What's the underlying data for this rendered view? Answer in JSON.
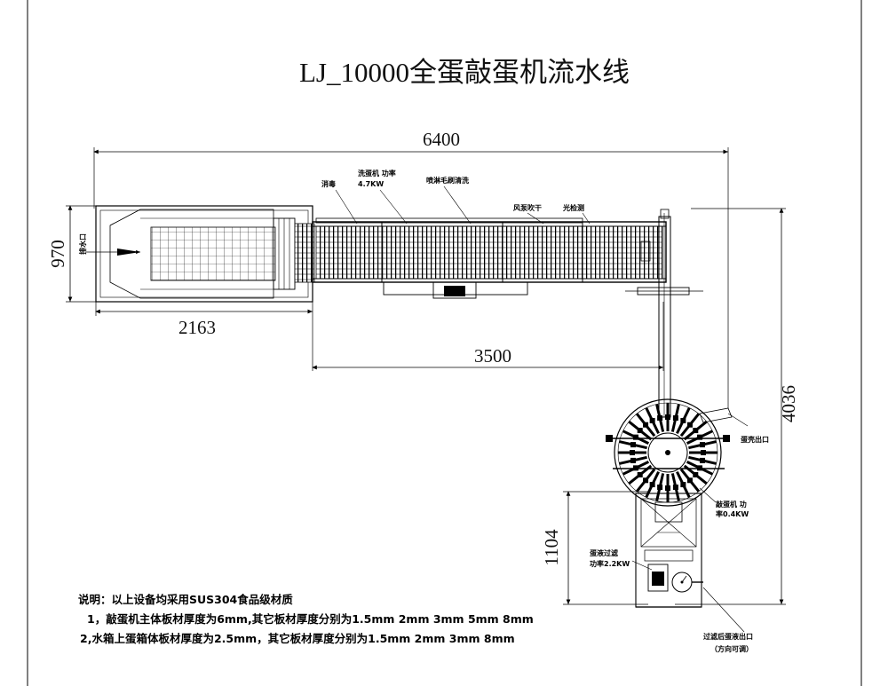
{
  "title": "LJ_10000全蛋敲蛋机流水线",
  "dimensions": {
    "overall_length": "6400",
    "tank_width": "970",
    "tank_length": "2163",
    "washer_length": "3500",
    "overall_height": "4036",
    "lower_height": "1104"
  },
  "labels": {
    "drain_outlet": "排水口",
    "disinfect": "消毒",
    "washer": "洗蛋机 功率",
    "washer_power": "4.7KW",
    "brush_spray": "喷淋毛刷清洗",
    "air_dry": "风泵吹干",
    "light_inspect": "光检测",
    "shell_outlet": "蛋壳出口",
    "breaker": "敲蛋机  功",
    "breaker_power": "率0.4KW",
    "filter": "蛋液过滤",
    "filter_power": "功率2.2KW",
    "liquid_outlet": "过滤后蛋液出口",
    "liquid_outlet_note": "（方向可调）"
  },
  "notes": {
    "line1": "说明：以上设备均采用SUS304食品级材质",
    "line2": "1，敲蛋机主体板材厚度为6mm,其它板材厚度分别为1.5mm 2mm 3mm 5mm 8mm",
    "line3": "2,水箱上蛋箱体板材厚度为2.5mm，其它板材厚度分别为1.5mm 2mm 3mm 8mm"
  }
}
